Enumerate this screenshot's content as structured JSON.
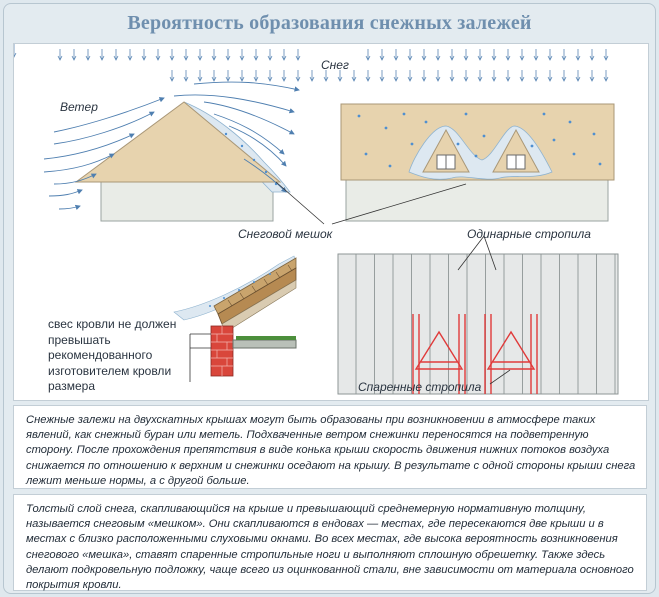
{
  "title": "Вероятность образования снежных залежей",
  "labels": {
    "snow": "Снег",
    "wind": "Ветер",
    "snow_bag": "Снеговой мешок",
    "single_rafters": "Одинарные стропила",
    "paired_rafters": "Спаренные стропила",
    "overhang_note": "свес кровли не должен превышать рекомендованного изготовителем кровли размера"
  },
  "paragraphs": [
    "Снежные залежи на двухскатных крышах могут быть образованы при возникновении в атмосфере таких явлений, как снежный буран или метель. Подхваченные ветром снежинки переносятся на подветренную сторону. После прохождения препятствия в виде конька крыши скорость движения нижних потоков воздуха снижается по отношению к верхним и снежинки оседают на крышу. В результате с одной стороны крыши снега лежит меньше нормы, а с другой больше.",
    "Толстый слой снега, скапливающийся на крыше и превышающий среднемерную нормативную толщину, называется снеговым «мешком». Они скапливаются в ендовах — местах, где пересекаются две крыши и в местах с близко расположенными слуховыми окнами. Во всех местах, где высока вероятность возникновения снегового «мешка», ставят спаренные стропильные ноги и выполняют сплошную обрешетку. Также здесь делают подкровельную подложку, чаще всего из оцинкованной стали, вне зависимости от материала основного покрытия кровли."
  ],
  "colors": {
    "title": "#6f8fae",
    "roof": "#e7d3ae",
    "wall": "#e9ece7",
    "snow": "#dde8f1",
    "arrow": "#4f7fb0",
    "brick": "#d9463b",
    "rafter_red": "#e03a3a"
  }
}
